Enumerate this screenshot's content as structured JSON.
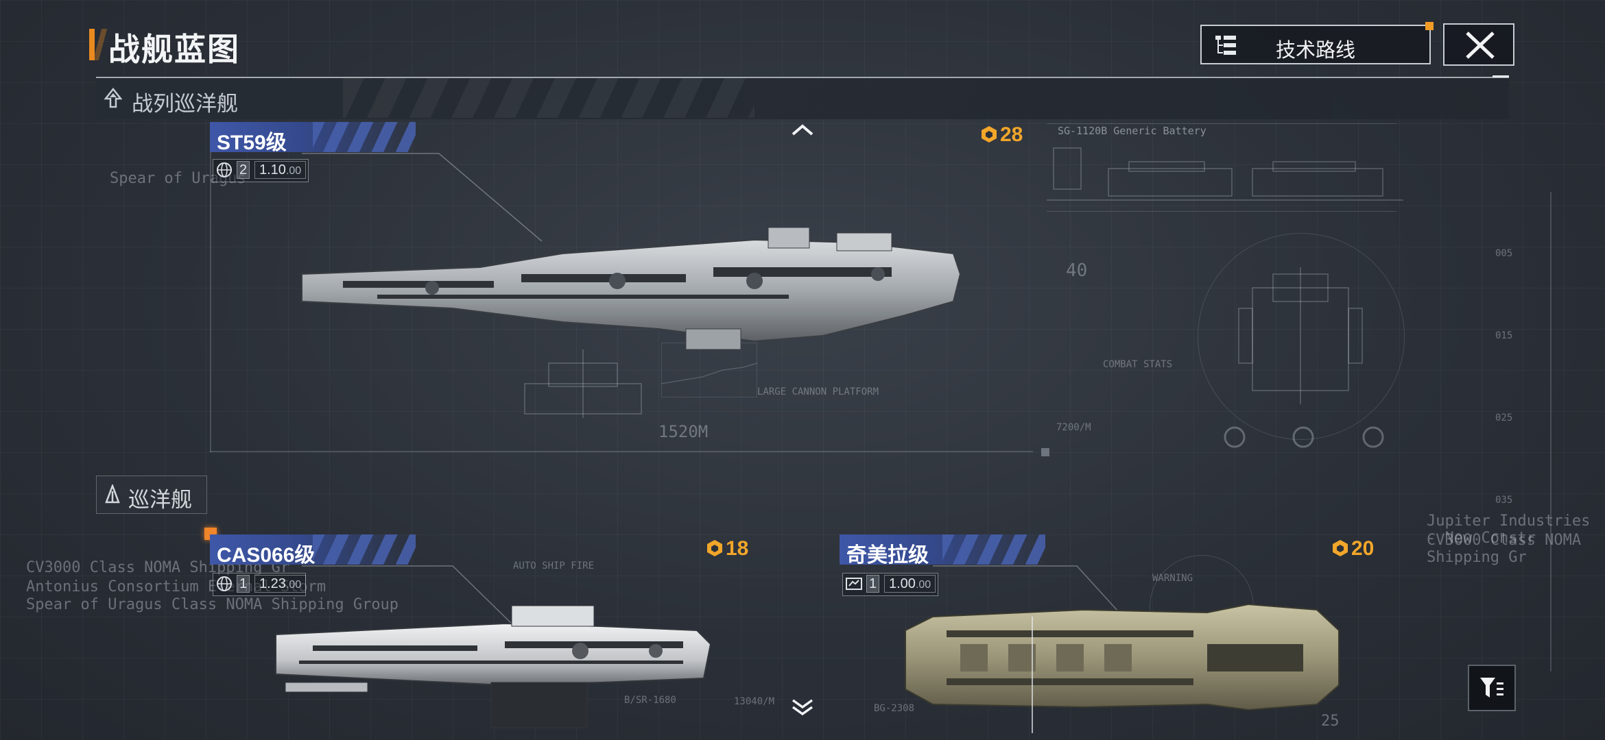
{
  "header": {
    "title": "战舰蓝图",
    "tech_route_label": "技术路线"
  },
  "sections": {
    "battlecruiser": "战列巡洋舰",
    "cruiser": "巡洋舰"
  },
  "ships": [
    {
      "name": "ST59级",
      "tier": "2",
      "version": "1.10",
      "version_suffix": ".00",
      "cost": "28"
    },
    {
      "name": "CAS066级",
      "tier": "1",
      "version": "1.23",
      "version_suffix": ".00",
      "cost": "18"
    },
    {
      "name": "奇美拉级",
      "tier": "1",
      "version": "1.00",
      "version_suffix": ".00",
      "cost": "20"
    }
  ],
  "blueprint": {
    "battery": "SG-1120B Generic Battery",
    "length": "1520M",
    "platform": "LARGE CANNON PLATFORM",
    "combat_stats": "COMBAT STATS",
    "val_40": "40",
    "val_7200": "7200/M",
    "warning": "WARNING",
    "auto_ship_fire": "AUTO SHIP FIRE",
    "bsr": "B/SR-1680",
    "turret": "BG-2308",
    "speed": "13040/M",
    "bg_text_1": "Spear of Uragus",
    "bg_text_2": "Jupiter Industries - New Constr",
    "bg_text_3": "CV3000 Class NOMA Shipping Gr",
    "bg_text_4": "Antonius Consortium Eternal Storm",
    "bg_text_5": "Spear of Uragus Class NOMA Shipping Group",
    "n005": "005",
    "n015": "015",
    "n025": "025",
    "n035": "035",
    "n25": "25"
  }
}
